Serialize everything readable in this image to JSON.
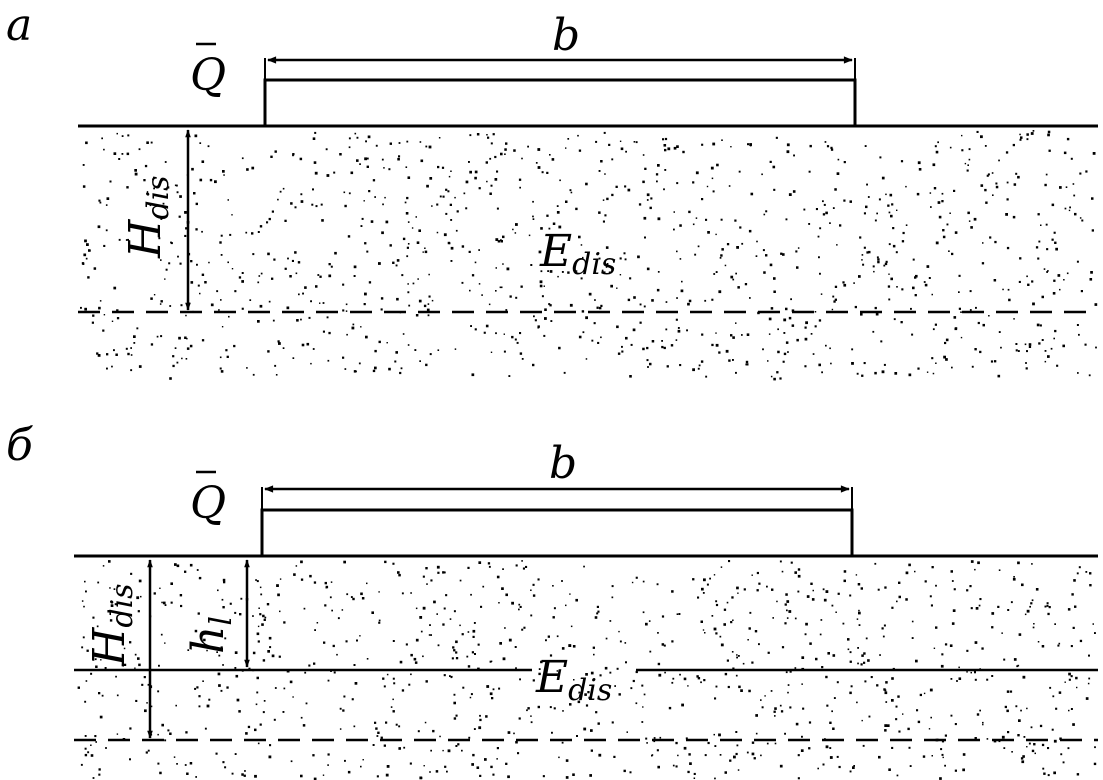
{
  "panels": [
    {
      "letter": "а",
      "load": "Q",
      "width": "b",
      "depth_base": "H",
      "depth_sub": "dis",
      "modulus_base": "E",
      "modulus_sub": "dis"
    },
    {
      "letter": "б",
      "load": "Q",
      "width": "b",
      "depth_base": "H",
      "depth_sub": "dis",
      "layer_base": "h",
      "layer_sub": "l",
      "modulus_base": "E",
      "modulus_sub": "dis"
    }
  ],
  "colors": {
    "ink": "#000000",
    "background": "#ffffff"
  }
}
